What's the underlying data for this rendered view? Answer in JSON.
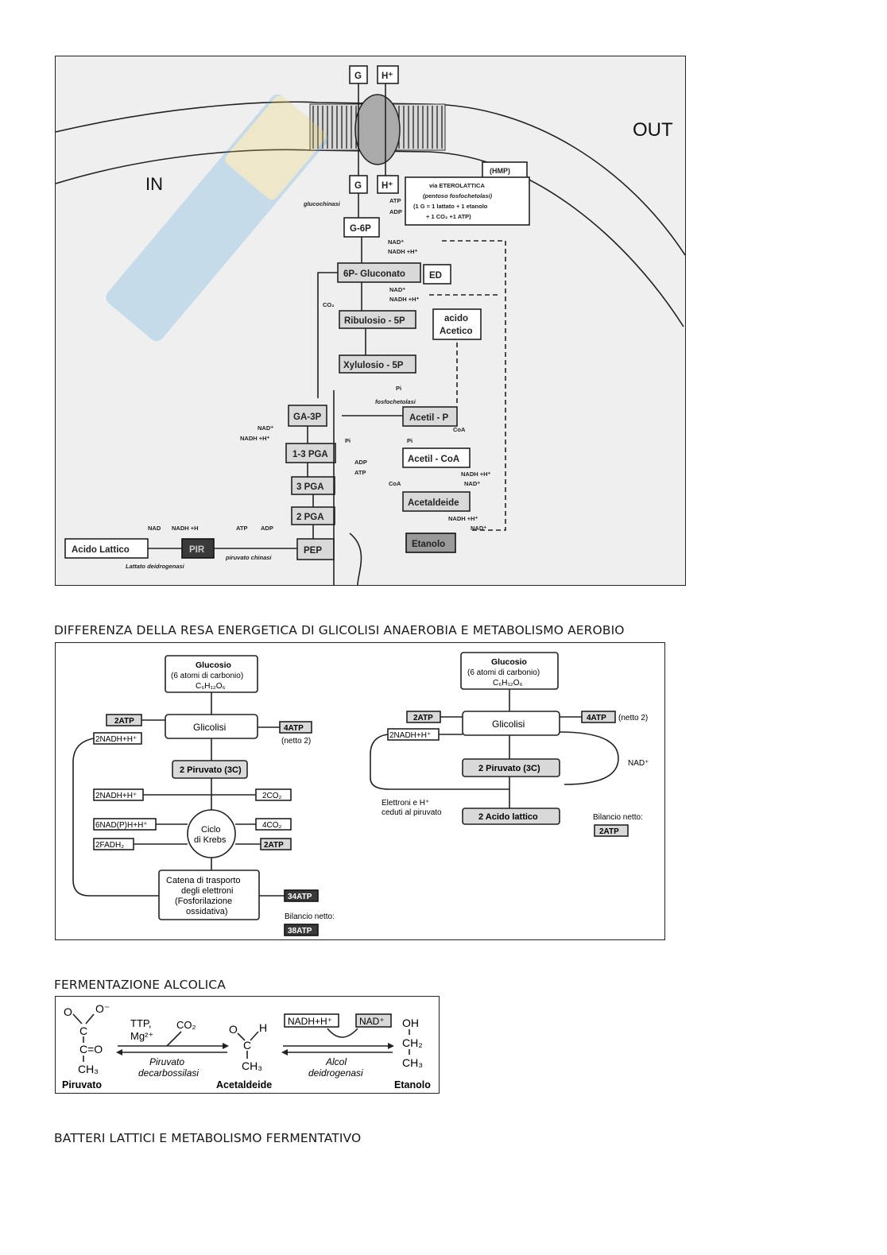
{
  "figure1": {
    "out_label": "OUT",
    "in_label": "IN",
    "top_g": "G",
    "top_h": "H⁺",
    "in_g": "G",
    "in_h": "H⁺",
    "hmp": "(HMP)",
    "hetero_box": [
      "via ETEROLATTICA",
      "(pentoso fosfochetolasi)",
      "(1 G = 1 lattato + 1 etanolo",
      "+ 1 CO₂ +1 ATP)"
    ],
    "glucochinasi": "glucochinasi",
    "atp": "ATP",
    "adp": "ADP",
    "g6p": "G-6P",
    "nad": "NAD⁺",
    "nadh": "NADH +H⁺",
    "gluconato": "6P- Gluconato",
    "ed": "ED",
    "co2": "CO₂",
    "ribulosio": "Ribulosio - 5P",
    "acido_acetico": [
      "acido",
      "Acetico"
    ],
    "xilulosio": "Xylulosio - 5P",
    "pi": "Pi",
    "fosfochetolasi": "fosfochetolasi",
    "acetil_p": "Acetil - P",
    "ga3p": "GA-3P",
    "coa": "CoA",
    "pga13": "1-3 PGA",
    "acetil_coa": "Acetil - CoA",
    "pga3": "3 PGA",
    "acetaldeide": "Acetaldeide",
    "pga2": "2 PGA",
    "nad_lac": "NAD",
    "nadh_lac": "NADH +H",
    "acido_lattico": "Acido Lattico",
    "pir": "PIR",
    "pep": "PEP",
    "etanolo": "Etanolo",
    "lattato_deidrogenasi": "Lattato deidrogenasi",
    "piruvato_chinasi": "piruvato chinasi"
  },
  "section2_title": "DIFFERENZA DELLA RESA ENERGETICA DI GLICOLISI ANAEROBIA E METABOLISMO AEROBIO",
  "figure2": {
    "left": {
      "glucosio": [
        "Glucosio",
        "(6 atomi di carbonio)",
        "C₆H₁₂O₆"
      ],
      "atp_in": "2ATP",
      "glicolisi": "Glicolisi",
      "atp_out": "4ATP",
      "netto": "(netto 2)",
      "nadh1": "2NADH+H⁺",
      "piruvato": "2 Piruvato (3C)",
      "nadh2": "2NADH+H⁺",
      "co2_2": "2CO₂",
      "nadph": "6NAD(P)H+H⁺",
      "co2_4": "4CO₂",
      "krebs": [
        "Ciclo",
        "di Krebs"
      ],
      "fadh": "2FADH₂",
      "atp_krebs": "2ATP",
      "catena": [
        "Catena di trasporto",
        "degli elettroni",
        "(Fosforilazione",
        "ossidativa)"
      ],
      "atp34": "34ATP",
      "bilancio": "Bilancio netto:",
      "atp38": "38ATP"
    },
    "right": {
      "glucosio": [
        "Glucosio",
        "(6 atomi di carbonio)",
        "C₆H₁₂O₆"
      ],
      "atp_in": "2ATP",
      "glicolisi": "Glicolisi",
      "atp_out": "4ATP",
      "netto": "(netto 2)",
      "nadh": "2NADH+H⁺",
      "nad": "NAD⁺",
      "piruvato": "2 Piruvato (3C)",
      "elettroni": [
        "Elettroni e H⁺",
        "ceduti al piruvato"
      ],
      "acido_lattico": "2 Acido lattico",
      "bilancio": "Bilancio netto:",
      "atp2": "2ATP"
    }
  },
  "section3_title": "FERMENTAZIONE ALCOLICA",
  "figure3": {
    "piruvato": "Piruvato",
    "acetaldeide": "Acetaldeide",
    "etanolo": "Etanolo",
    "ttp": "TTP,",
    "mg": "Mg²⁺",
    "co2": "CO₂",
    "enzyme1": [
      "Piruvato",
      "decarbossilasi"
    ],
    "nadh": "NADH+H⁺",
    "nad": "NAD⁺",
    "enzyme2": [
      "Alcol",
      "deidrogenasi"
    ],
    "o_minus": "O⁻",
    "o": "O",
    "c_eq_o": "C=O",
    "c": "C",
    "ch3": "CH₃",
    "h": "H",
    "oh": "OH",
    "ch2": "CH₂"
  },
  "section4_title": "BATTERI LATTICI E METABOLISMO FERMENTATIVO"
}
